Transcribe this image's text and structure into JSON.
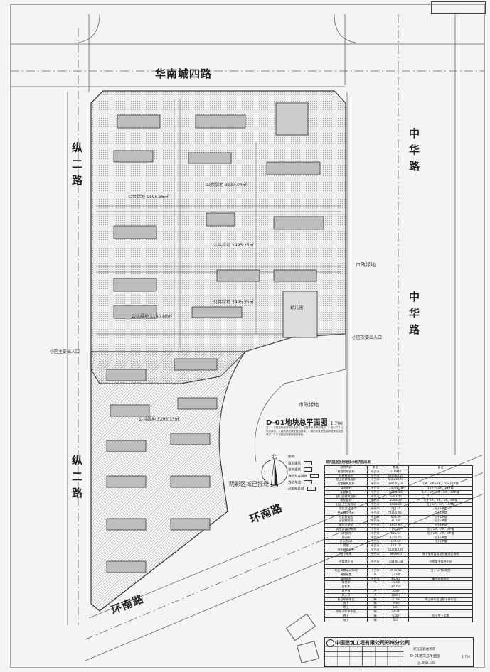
{
  "roads": {
    "north": "华南城四路",
    "west_upper": "纵二路",
    "west_lower": "纵二路",
    "east_upper": "中华路",
    "east_lower": "中华路",
    "south_right": "环南路",
    "south_left": "环南路"
  },
  "labels": {
    "municipal_green_1": "市政绿地",
    "municipal_green_2": "市政绿地",
    "shaded_note": "阴影区域已报规",
    "green_1": "公共绿地 1195.96㎡",
    "green_2": "公共绿地 3495.35㎡",
    "green_3": "公共绿地 3495.35㎡",
    "green_4": "公共绿地 3137.04㎡",
    "green_5": "公共绿地 1160.80㎡",
    "green_6": "公共绿地 3396.13㎡",
    "kindergarten": "幼儿园",
    "entrance_1": "小区主要出入口",
    "entrance_2": "小区次要出入口"
  },
  "plan_title": {
    "name": "D-01地块总平面图",
    "scale": "1:700"
  },
  "notes": "注：1.本图坐标采用城市坐标系，高程采用黄海高程系。2.图中尺寸以米为单位。3.建筑退线满足规划要求。4.消防车道及登高场地满足规范要求。5.本总图仅作规划报批使用。",
  "north_arrow": "北",
  "legend": {
    "title": "图例:",
    "items": [
      "规划建筑",
      "地下建筑",
      "消防登高场地",
      "消防车道",
      "已报规区域"
    ]
  },
  "table": {
    "title": "郑光园居住用地技术经济指标表",
    "header": [
      "规划内容",
      "单位",
      "数值",
      "备注"
    ],
    "rows": [
      [
        "规划用地面积",
        "平方米",
        "116924",
        ""
      ],
      [
        "总建筑面积",
        "平方米",
        "540063.23",
        ""
      ],
      [
        "地上总建筑面积",
        "平方米",
        "430219.41",
        ""
      ],
      [
        "住宅建筑面积",
        "平方米",
        "380001.08",
        "1#、3#~5#、10~14#楼"
      ],
      [
        "商业面积",
        "平方米",
        "14094.19",
        "15#~20#、24#楼"
      ],
      [
        "配套商业",
        "平方米",
        "42100.85",
        "1#、3#、6#、8#、10#楼"
      ],
      [
        "幼儿园建筑面积",
        "平方米",
        "5261.35",
        ""
      ],
      [
        "物业管理",
        "平方米",
        "2183.39",
        "位于1#、5#、5#、8#楼"
      ],
      [
        "社区卫生服务站",
        "平方米",
        "1564.04",
        "位于6#、8#、10#楼"
      ],
      [
        "文化活动站",
        "平方米",
        "740.17",
        "位于1#楼"
      ],
      [
        "社区服务中心",
        "平方米",
        "1005.46",
        "位于1#楼"
      ],
      [
        "社区居委会",
        "平方米",
        "403.39",
        "位于1#楼"
      ],
      [
        "治安联防站",
        "平方米",
        "80.00",
        "位于1#楼"
      ],
      [
        "老年活动站",
        "平方米",
        "1057.90",
        "位于1#楼"
      ],
      [
        "再生资源回收点",
        "平方米",
        "85.24",
        "位于1#、7#、9#楼"
      ],
      [
        "公共厕所",
        "平方米",
        "116.63",
        "位于1#、7#、9#楼"
      ],
      [
        "开闭所",
        "平方米",
        "1155.25",
        "位于1#楼"
      ],
      [
        "开闭所(2)",
        "平方米",
        "109.69",
        "位于1#楼"
      ],
      [
        "其他",
        "平方米",
        "174.10",
        ""
      ],
      [
        "地下建筑面积",
        "平方米",
        "110093.40",
        ""
      ],
      [
        "地下车库",
        "平方米",
        "86090.0",
        "地下车库层高及功能详见说明"
      ],
      [
        "",
        "",
        "",
        ""
      ],
      [
        "主楼地下室",
        "平方米",
        "20496.38",
        "住宅楼主楼地下室"
      ],
      [
        "",
        "",
        "",
        ""
      ],
      [
        "社区体育运动场地",
        "平方米",
        "3936.51",
        "位于公共绿地内"
      ],
      [
        "建筑密度",
        "%",
        "27.90",
        ""
      ],
      [
        "绿地面积",
        "平方米",
        "44082",
        "集中绿地面积"
      ],
      [
        "绿地率",
        "%",
        "35.00",
        ""
      ],
      [
        "容积率",
        "",
        "3.6750",
        ""
      ],
      [
        "总户数",
        "户",
        "3369",
        ""
      ],
      [
        "总人口",
        "人",
        "10847",
        ""
      ],
      [
        "机动车停车位",
        "辆",
        "4153",
        "地上停车位及地下停车位"
      ],
      [
        "地下",
        "辆",
        "3960",
        ""
      ],
      [
        "地上",
        "辆",
        "193",
        ""
      ],
      [
        "非机动车停车位",
        "辆",
        "6874",
        ""
      ],
      [
        "地下",
        "辆",
        "6367",
        "位于地下车库"
      ],
      [
        "地上",
        "辆",
        "507",
        ""
      ]
    ]
  },
  "title_block": {
    "company": "中国建筑工程有限公司郑州分公司",
    "project": "郑光园居住项目",
    "drawing": "D-01地块总平面图",
    "drawing_no": "总-ZP01-005",
    "scale": "1:700"
  }
}
